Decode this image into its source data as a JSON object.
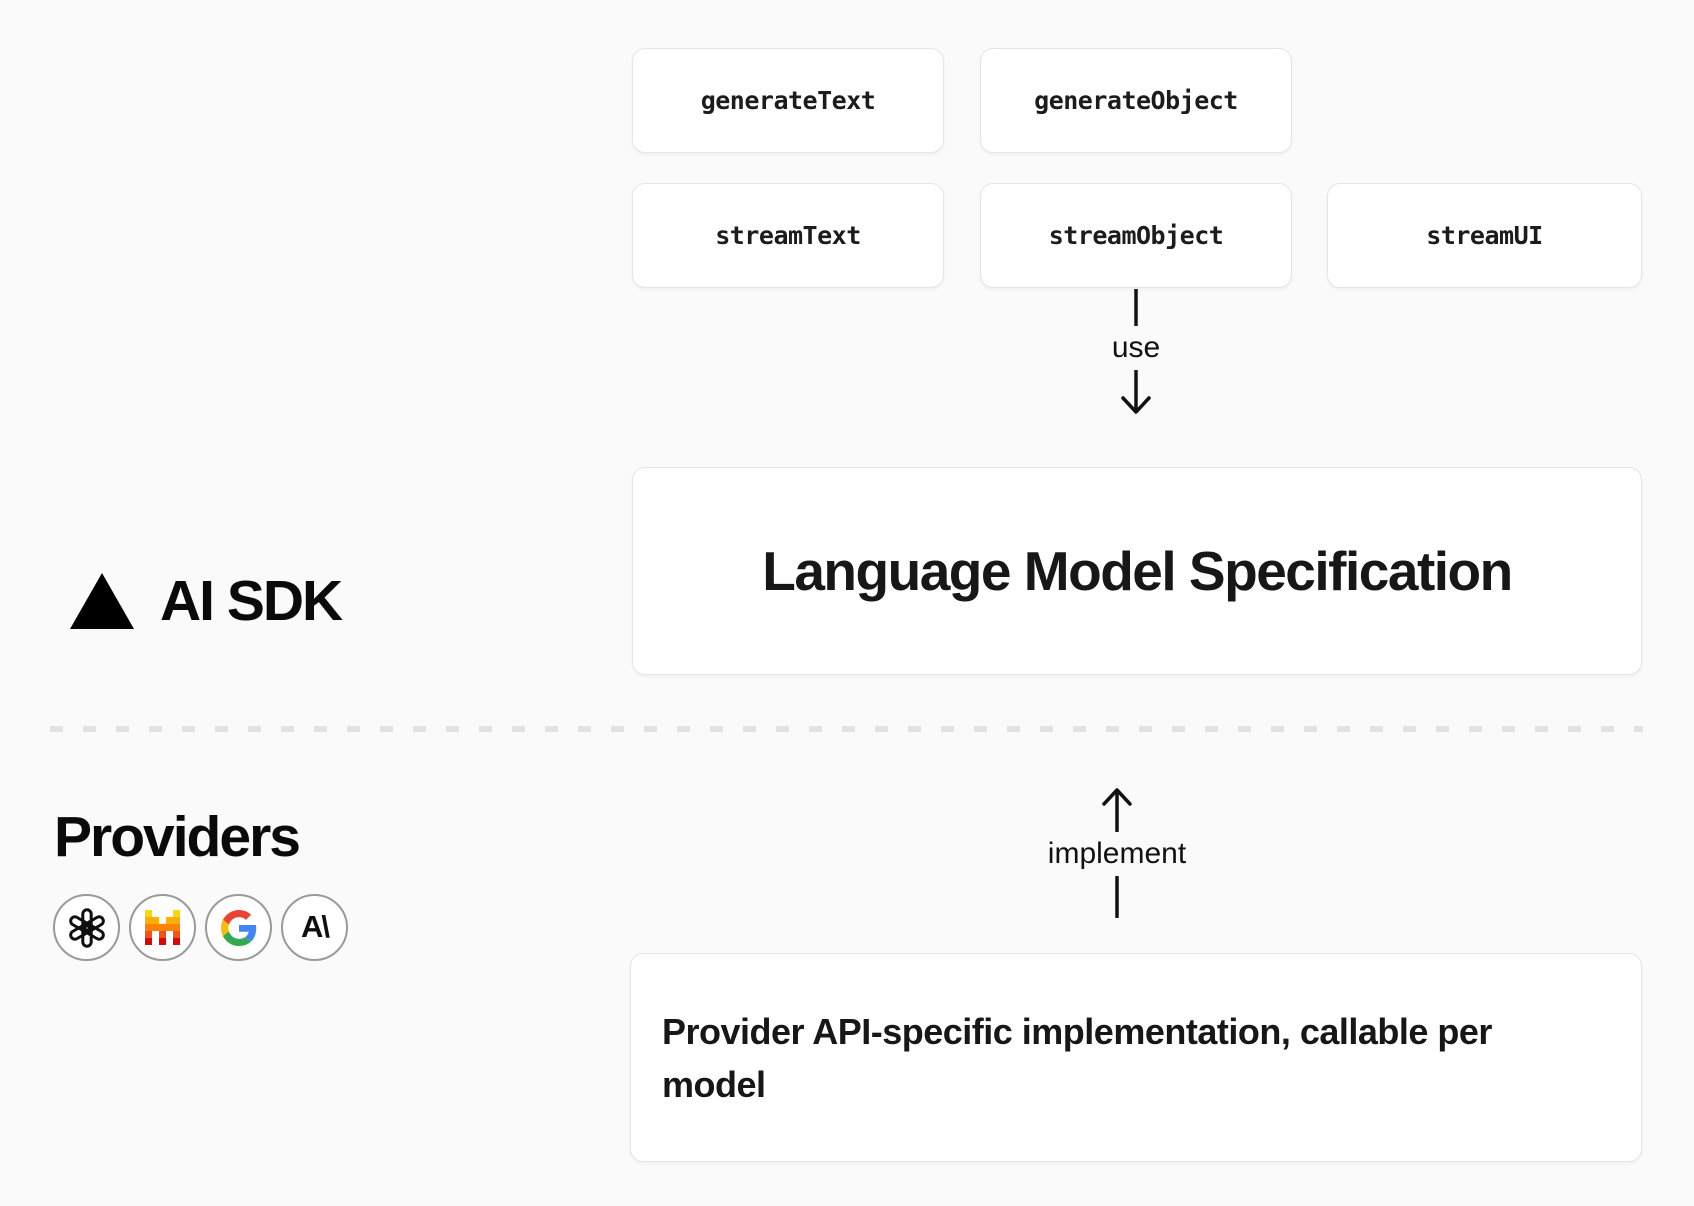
{
  "diagram": {
    "brand": {
      "logo_icon": "vercel-triangle-icon",
      "name": "AI SDK"
    },
    "functions": {
      "generate_text": "generateText",
      "generate_object": "generateObject",
      "stream_text": "streamText",
      "stream_object": "streamObject",
      "stream_ui": "streamUI"
    },
    "connectors": {
      "use_label": "use",
      "implement_label": "implement"
    },
    "spec_box": {
      "title": "Language Model Specification"
    },
    "providers": {
      "heading": "Providers",
      "icons": [
        {
          "name": "openai-icon"
        },
        {
          "name": "mistral-icon"
        },
        {
          "name": "google-icon"
        },
        {
          "name": "anthropic-icon",
          "glyph": "A\\"
        }
      ]
    },
    "impl_box": {
      "line1": "Provider API-specific implementation, callable per",
      "line2": "model"
    }
  },
  "colors": {
    "background": "#fafafa",
    "card_background": "#ffffff",
    "card_border": "#e5e5e5",
    "text": "#171717",
    "icon_circle_border": "#9a9a9a",
    "google_g": {
      "red": "#EA4335",
      "blue": "#4285F4",
      "yellow": "#FBBC05",
      "green": "#34A853"
    },
    "mistral_rows": [
      "#FFD800",
      "#FFAF00",
      "#FF8205",
      "#FA500F",
      "#E10500"
    ]
  }
}
